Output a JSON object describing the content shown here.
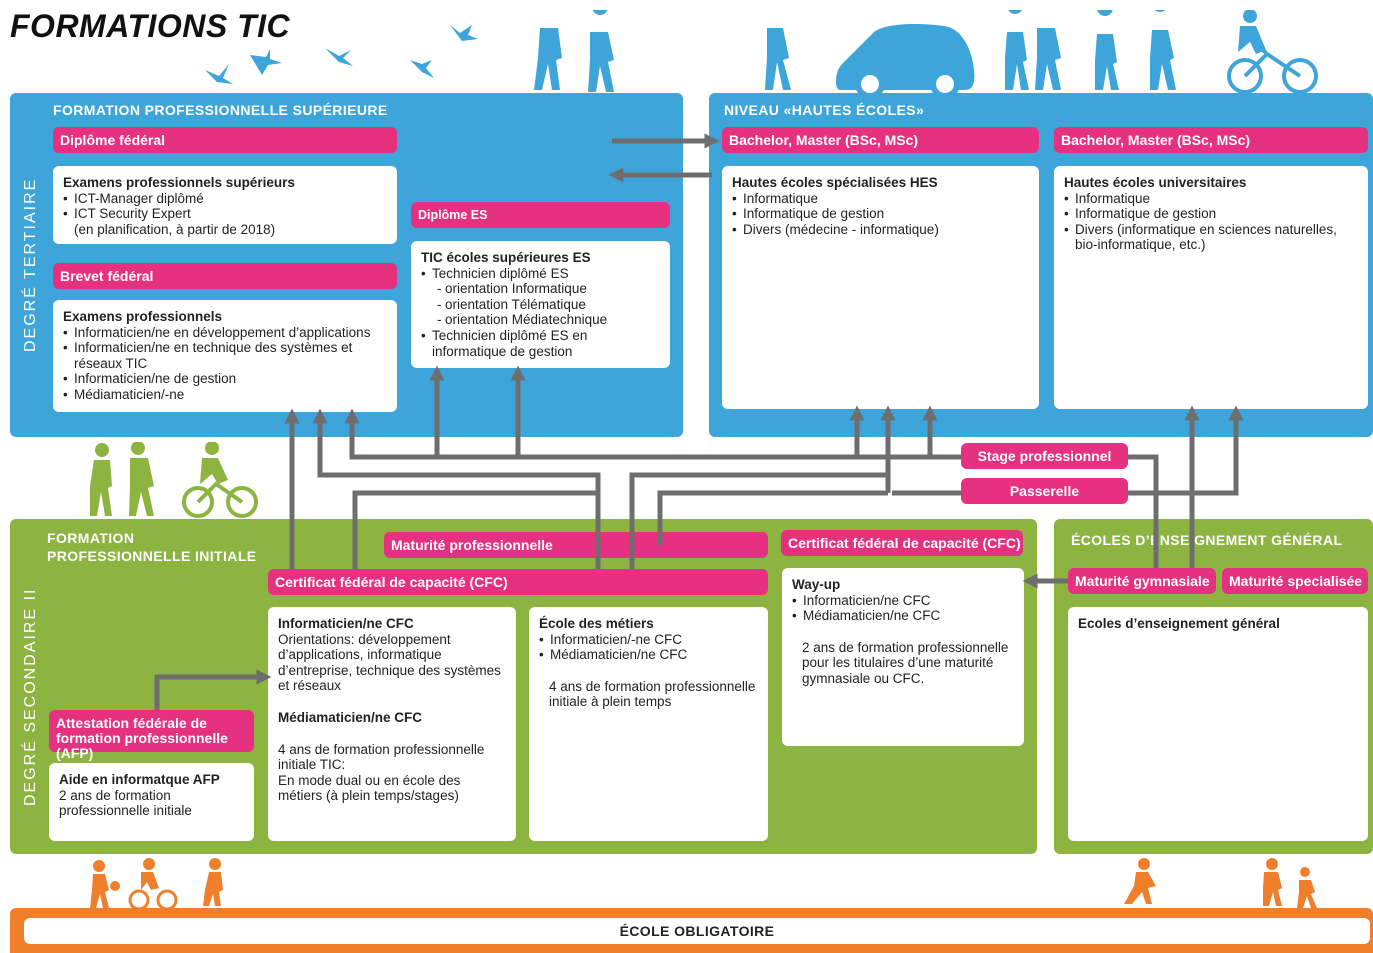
{
  "title": "FORMATIONS TIC",
  "tertiary": {
    "side_label": "DEGRÉ TERTIAIRE",
    "fps": {
      "heading": "FORMATION PROFESSIONNELLE SUPÉRIEURE",
      "diplome_federal": "Diplôme fédéral",
      "eps_title": "Examens professionnels supérieurs",
      "eps_items": [
        "ICT-Manager diplômé",
        "ICT Security Expert"
      ],
      "eps_note": "(en planification, à partir de 2018)",
      "brevet_federal": "Brevet fédéral",
      "ep_title": "Examens professionnels",
      "ep_items": [
        "Informaticien/ne en développement d’applications",
        "Informaticien/ne en technique des systèmes et réseaux TIC",
        "Informaticien/ne de gestion",
        "Médiamaticien/-ne"
      ],
      "diplome_es": "Diplôme ES",
      "es_title": "TIC écoles supérieures ES",
      "es_item1": "Technicien diplômé ES",
      "es_subs": [
        "orientation Informatique",
        "orientation Télématique",
        "orientation Médiatechnique"
      ],
      "es_item2": "Technicien diplômé ES en informatique de gestion"
    },
    "he": {
      "heading": "NIVEAU «HAUTES ÉCOLES»",
      "bachelor_1": "Bachelor, Master (BSc, MSc)",
      "bachelor_2": "Bachelor, Master (BSc, MSc)",
      "hes_title": "Hautes écoles spécialisées HES",
      "hes_items": [
        "Informatique",
        "Informatique de gestion",
        "Divers (médecine - informatique)"
      ],
      "hu_title": "Hautes écoles universitaires",
      "hu_items": [
        "Informatique",
        "Informatique de gestion",
        "Divers (informatique en sciences naturelles, bio-informatique, etc.)"
      ]
    }
  },
  "links": {
    "stage": "Stage professionnel",
    "passerelle": "Passerelle"
  },
  "secondary": {
    "side_label": "DEGRÉ SECONDAIRE II",
    "fpi_heading": "FORMATION PROFESSIONNELLE INITIALE",
    "maturite_pro": "Maturité professionnelle",
    "cfc_1": "Certificat fédéral de capacité (CFC)",
    "cfc_2": "Certificat fédéral de capacité (CFC)",
    "afp_label": "Attestation fédérale de formation professionnelle (AFP)",
    "afp_title": "Aide en informatque AFP",
    "afp_text": "2 ans de formation professionnelle initiale",
    "info_title": "Informaticien/ne CFC",
    "info_text": "Orientations: développement d’applications, informatique d’entreprise, technique des systèmes et réseaux",
    "media_title": "Médiamaticien/ne CFC",
    "media_text1": "4 ans de formation professionnelle initiale TIC:",
    "media_text2": "En mode dual ou en école des métiers (à plein temps/stages)",
    "em_title": "École des métiers",
    "em_items": [
      "Informaticien/-ne CFC",
      "Médiamaticien/ne CFC"
    ],
    "em_text": "4 ans de formation professionnelle initiale à plein temps",
    "wu_title": "Way-up",
    "wu_items": [
      "Informaticien/ne CFC",
      "Médiamaticien/ne CFC"
    ],
    "wu_text": "2 ans de formation professionnelle pour les titulaires d’une maturité gymnasiale ou CFC.",
    "eeg_heading": "ÉCOLES D’ENSEIGNEMENT GÉNÉRAL",
    "mat_gym": "Maturité gymnasiale",
    "mat_spec": "Maturité specialisée",
    "eeg_title": "Ecoles d’enseignement général"
  },
  "obligatory": "ÉCOLE OBLIGATOIRE",
  "colors": {
    "blue": "#3da5da",
    "green": "#8db441",
    "orange": "#f07f2c",
    "magenta": "#e5317f",
    "arrow": "#6e6e6e"
  }
}
